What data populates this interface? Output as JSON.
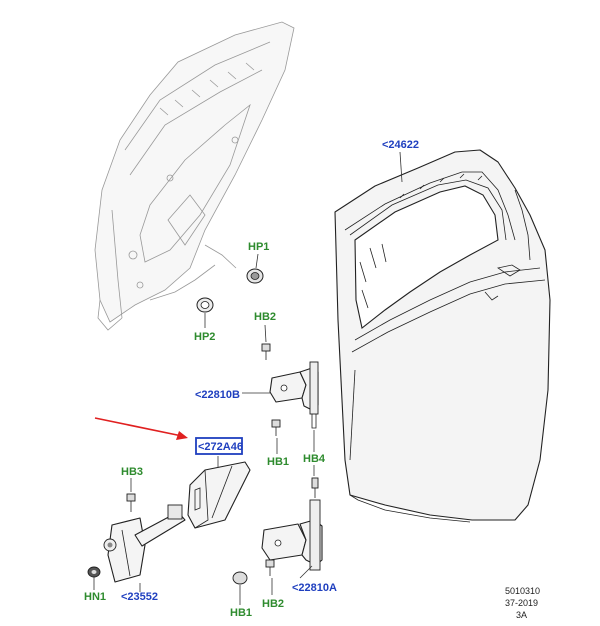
{
  "labels": {
    "p24622": "<24622",
    "hp1": "HP1",
    "hp2": "HP2",
    "hb2_top": "HB2",
    "p22810b": "<22810B",
    "p272a46": "<272A46",
    "hb1_mid": "HB1",
    "hb4": "HB4",
    "hb3": "HB3",
    "hn1": "HN1",
    "p23552": "<23552",
    "hb1_bottom": "HB1",
    "hb2_bottom": "HB2",
    "p22810a": "<22810A"
  },
  "footer": {
    "line1": "5010310",
    "line2": "37-2019",
    "line3": "3A"
  },
  "colors": {
    "part_ref": "#1f3fbf",
    "hardware_ref": "#2e8b2e",
    "highlight_box": "#1f3fbf",
    "arrow": "#e02020"
  }
}
